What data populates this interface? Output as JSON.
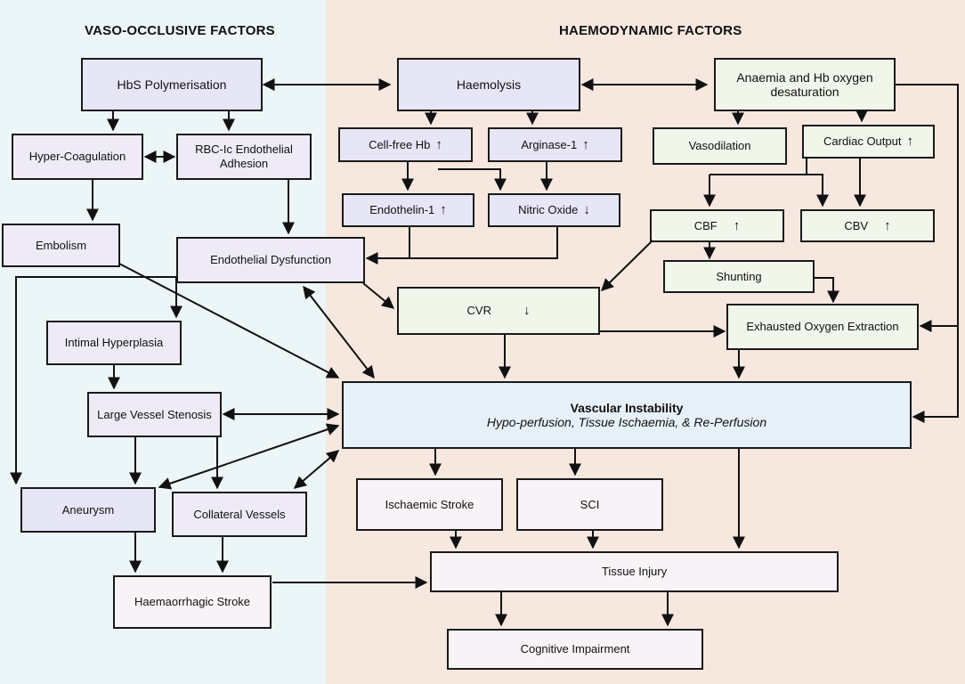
{
  "headings": {
    "left": "VASO-OCCLUSIVE FACTORS",
    "right": "HAEMODYNAMIC FACTORS"
  },
  "boxes": {
    "hbs": "HbS Polymerisation",
    "haemolysis": "Haemolysis",
    "anaemia": "Anaemia and Hb oxygen desaturation",
    "hypercoag": "Hyper-Coagulation",
    "rbc": "RBC-Ic Endothelial Adhesion",
    "cellfree": "Cell-free Hb",
    "arginase": "Arginase-1",
    "vasodilation": "Vasodilation",
    "cardiac": "Cardiac Output",
    "endothelin": "Endothelin-1",
    "nitric": "Nitric Oxide",
    "cbf": "CBF",
    "cbv": "CBV",
    "embolism": "Embolism",
    "endo_dys": "Endothelial Dysfunction",
    "shunting": "Shunting",
    "cvr": "CVR",
    "exhausted": "Exhausted Oxygen Extraction",
    "intimal": "Intimal Hyperplasia",
    "large": "Large Vessel Stenosis",
    "vi_title": "Vascular Instability",
    "vi_sub": "Hypo-perfusion, Tissue Ischaemia, & Re-Perfusion",
    "aneurysm": "Aneurysm",
    "collateral": "Collateral Vessels",
    "ischaemic": "Ischaemic Stroke",
    "sci": "SCI",
    "tissue": "Tissue Injury",
    "haemorr": "Haemaorrhagic Stroke",
    "cognitive": "Cognitive Impairment"
  },
  "indicators": {
    "cellfree": "↑",
    "arginase": "↑",
    "cardiac": "↑",
    "endothelin": "↑",
    "nitric": "↓",
    "cbf": "↑",
    "cbv": "↑",
    "cvr": "↓"
  },
  "colors": {
    "left_panel": "#ecf5f7",
    "right_panel": "#f6e8df",
    "purple_box": "#e7e6f7",
    "green_box": "#f1f6ea",
    "blue_box": "#e6f0f8"
  }
}
